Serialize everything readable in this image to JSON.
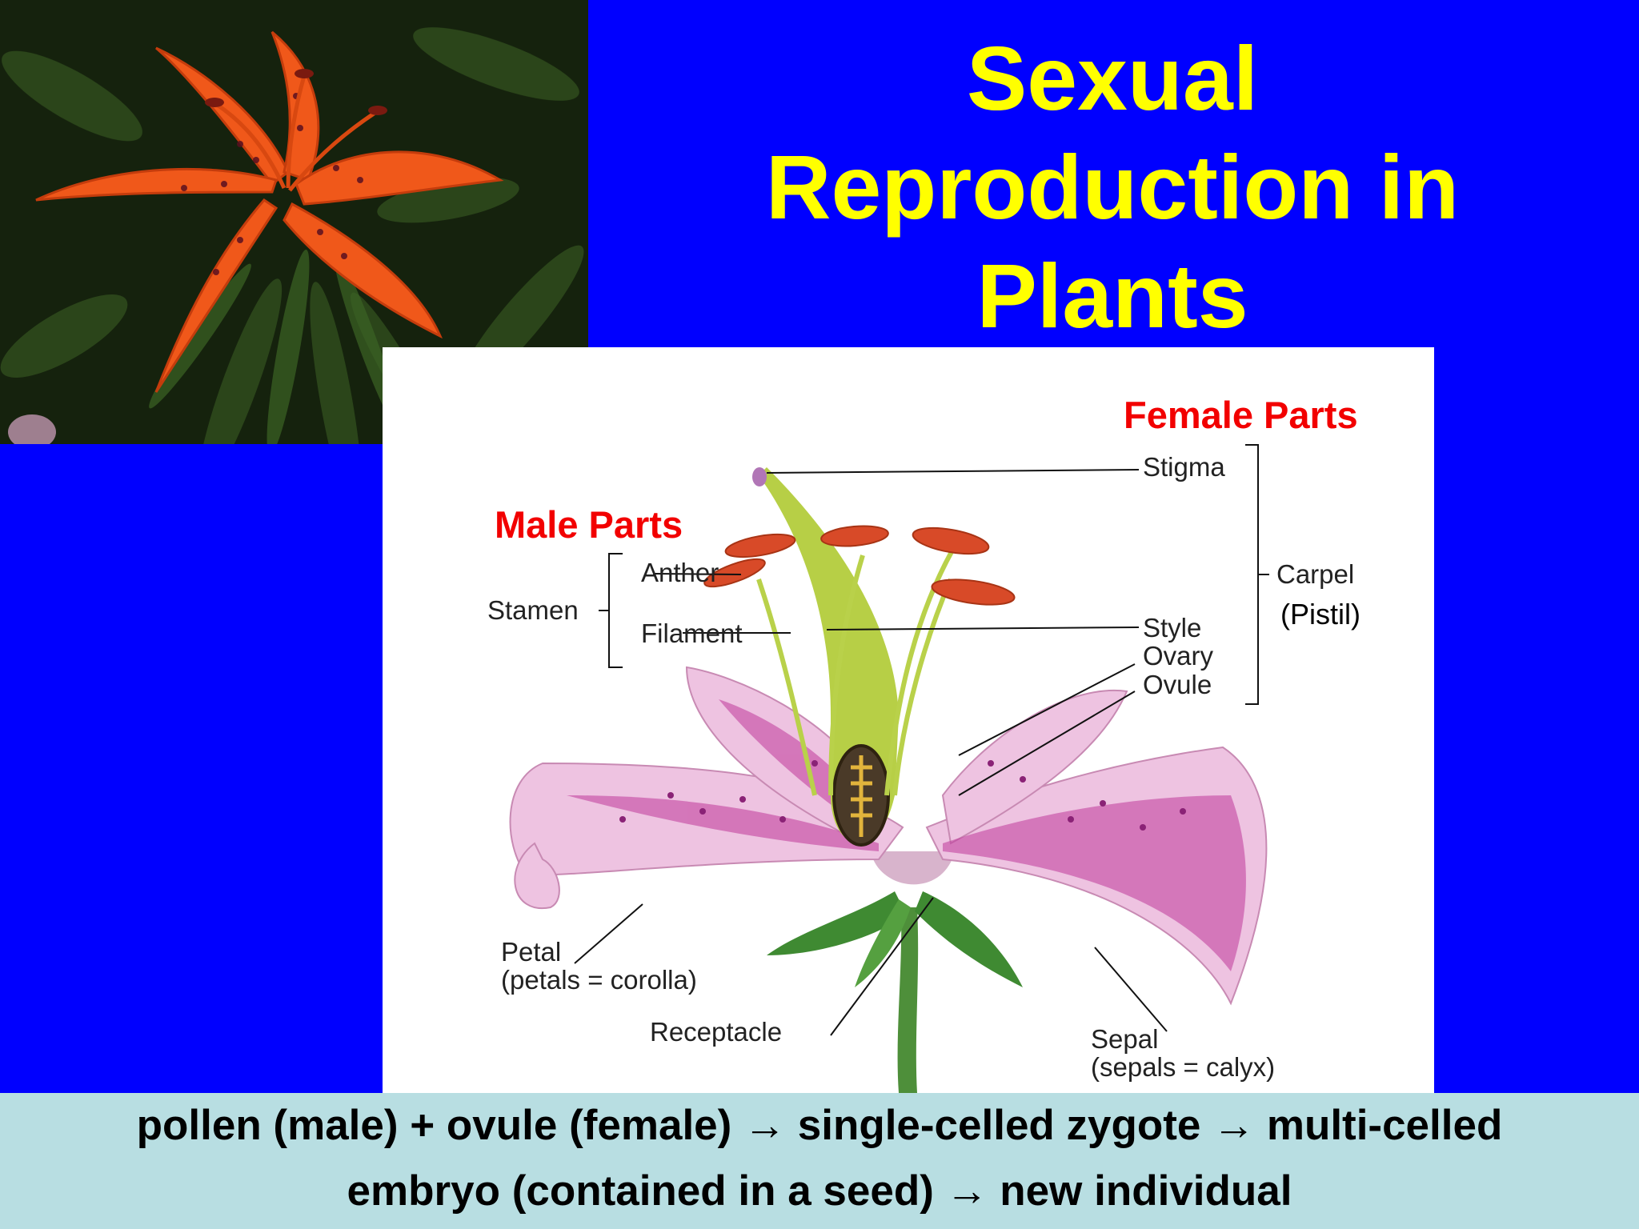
{
  "title": {
    "line1": "Sexual",
    "line2": "Reproduction in",
    "line3": "Plants"
  },
  "diagram": {
    "female_heading": "Female Parts",
    "male_heading": "Male Parts",
    "labels": {
      "stigma": "Stigma",
      "carpel": "Carpel",
      "pistil": "(Pistil)",
      "style": "Style",
      "ovary": "Ovary",
      "ovule": "Ovule",
      "stamen": "Stamen",
      "anther": "Anther",
      "filament": "Filament",
      "petal": "Petal",
      "petal_note": "(petals = corolla)",
      "receptacle": "Receptacle",
      "sepal": "Sepal",
      "sepal_note": "(sepals = calyx)"
    }
  },
  "footer": {
    "line1": "pollen (male) + ovule (female) → single-celled zygote → multi-celled",
    "line2": "embryo (contained in a seed) → new individual"
  },
  "colors": {
    "background": "#0000FF",
    "title": "#FFFF00",
    "heading_red": "#F20000",
    "footer_bg": "#B8DEE2"
  }
}
